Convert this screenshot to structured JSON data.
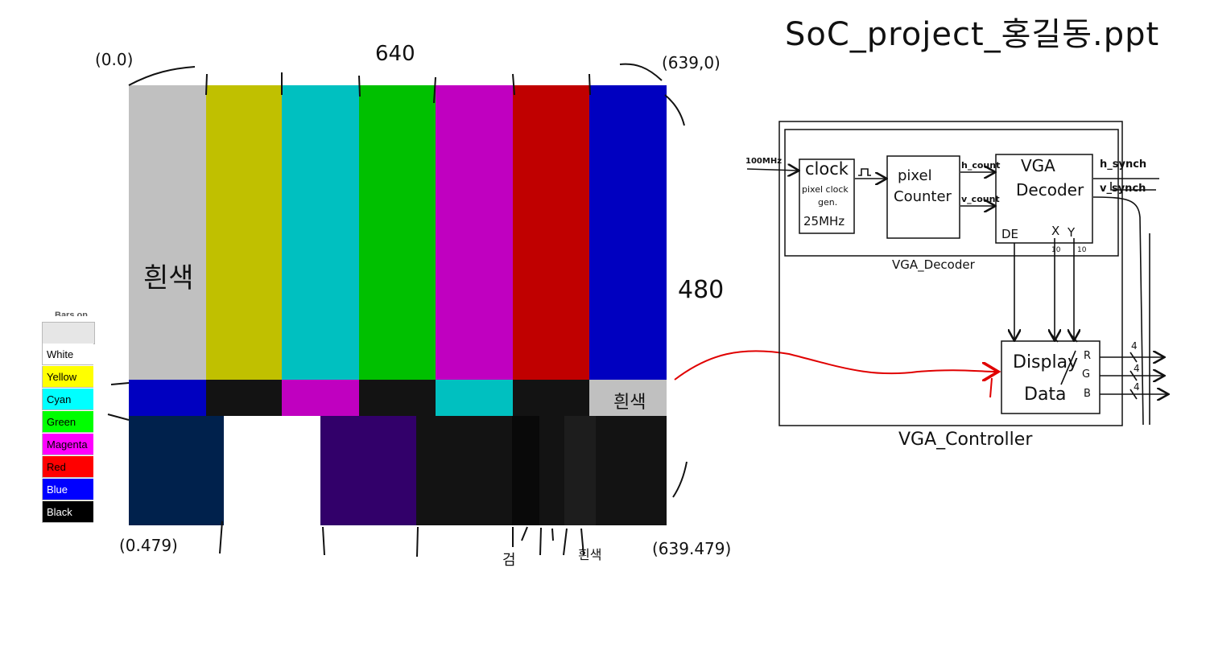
{
  "title": "SoC_project_홍길동.ppt",
  "test_pattern": {
    "top_bars": [
      {
        "name": "white",
        "color": "#c0c0c0"
      },
      {
        "name": "yellow",
        "color": "#c0c000"
      },
      {
        "name": "cyan",
        "color": "#00c0c0"
      },
      {
        "name": "green",
        "color": "#00c000"
      },
      {
        "name": "magenta",
        "color": "#c000c0"
      },
      {
        "name": "red",
        "color": "#c00000"
      },
      {
        "name": "blue",
        "color": "#0000c0"
      }
    ],
    "middle_bars": [
      {
        "name": "blue",
        "color": "#0000c0"
      },
      {
        "name": "black",
        "color": "#131313"
      },
      {
        "name": "magenta",
        "color": "#c000c0"
      },
      {
        "name": "black",
        "color": "#131313"
      },
      {
        "name": "cyan",
        "color": "#00c0c0"
      },
      {
        "name": "black",
        "color": "#131313"
      },
      {
        "name": "white",
        "color": "#c0c0c0"
      }
    ],
    "bottom_bars": [
      {
        "name": "navy",
        "color": "#00214c"
      },
      {
        "name": "white",
        "color": "#ffffff"
      },
      {
        "name": "purple",
        "color": "#32006a"
      },
      {
        "name": "black",
        "color": "#131313"
      },
      {
        "name": "black-2",
        "color": "#090909"
      },
      {
        "name": "black-3",
        "color": "#131313"
      },
      {
        "name": "dark-gray",
        "color": "#1d1d1d"
      },
      {
        "name": "black-4",
        "color": "#131313"
      }
    ],
    "annotations": {
      "top_left": "(0.0)",
      "top_right": "(639,0)",
      "width": "640",
      "height": "480",
      "bottom_left": "(0.479)",
      "bottom_right": "(639.479)",
      "white_label": "흰색",
      "white_label_small": "흰색",
      "black_label": "검",
      "white_label_bottom": "흰색"
    }
  },
  "legend": {
    "title_fragment": "Bars on",
    "rows": [
      {
        "label": "White",
        "bg": "#ffffff",
        "fg": "#000000"
      },
      {
        "label": "Yellow",
        "bg": "#ffff00",
        "fg": "#000000"
      },
      {
        "label": "Cyan",
        "bg": "#00ffff",
        "fg": "#000000"
      },
      {
        "label": "Green",
        "bg": "#00ff00",
        "fg": "#000000"
      },
      {
        "label": "Magenta",
        "bg": "#ff00ff",
        "fg": "#000000"
      },
      {
        "label": "Red",
        "bg": "#ff0000",
        "fg": "#000000"
      },
      {
        "label": "Blue",
        "bg": "#0000ff",
        "fg": "#ffffff"
      },
      {
        "label": "Black",
        "bg": "#000000",
        "fg": "#ffffff"
      }
    ]
  },
  "diagram": {
    "input_label": "100MHz",
    "clock_block": {
      "title": "clock",
      "line1": "pixel clock",
      "line2": "gen.",
      "freq": "25MHz"
    },
    "clock_signal": "ᴨ",
    "counter_block": {
      "line1": "pixel",
      "line2": "Counter"
    },
    "h_counter": "h_count",
    "v_counter": "v_count",
    "decoder_block": {
      "line1": "VGA",
      "line2": "Decoder",
      "de": "DE",
      "x": "X",
      "y": "Y"
    },
    "x_bits": "10",
    "y_bits": "10",
    "decoder_caption": "VGA_Decoder",
    "h_sync": "h_synch",
    "v_sync": "v_synch",
    "display_block": {
      "line1": "Display",
      "line2": "Data"
    },
    "rgb": {
      "r": "R",
      "g": "G",
      "b": "B",
      "bits": "4"
    },
    "controller_caption": "VGA_Controller",
    "arrow_color": "#e00000"
  }
}
